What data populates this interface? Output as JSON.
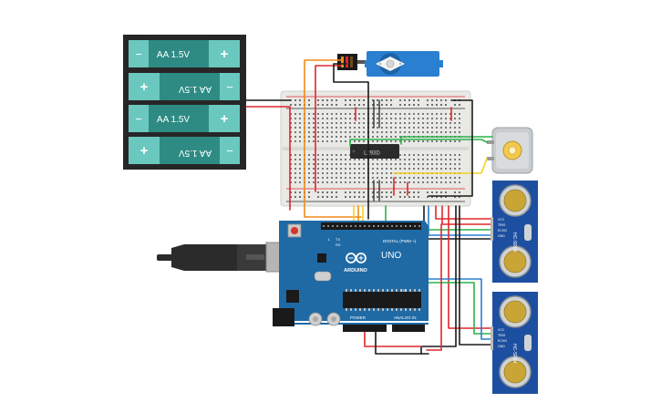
{
  "battery": {
    "cells": [
      {
        "label": "AA 1.5V",
        "minus": "−",
        "plus": "+"
      },
      {
        "label": "AA 1.5V",
        "minus": "−",
        "plus": "+"
      },
      {
        "label": "AA 1.5V",
        "minus": "−",
        "plus": "+"
      },
      {
        "label": "AA 1.5V",
        "minus": "−",
        "plus": "+"
      }
    ]
  },
  "ic": {
    "label": "L293D"
  },
  "arduino": {
    "brand": "ARDUINO",
    "model": "UNO",
    "digital_label": "DIGITAL (PWM ~)",
    "power_label": "POWER",
    "analog_label": "ANALOG IN",
    "tx": "TX",
    "rx": "RX",
    "l": "L",
    "on": "ON"
  },
  "sensors": [
    {
      "model": "HC-SR04",
      "pins": [
        "VCC",
        "TRIG",
        "ECHO",
        "GND"
      ]
    },
    {
      "model": "HC-SR04",
      "pins": [
        "VCC",
        "TRIG",
        "ECHO",
        "GND"
      ]
    }
  ],
  "colors": {
    "battery_green": "#2e8b84",
    "breadboard": "#e9e9e6",
    "arduino_blue": "#1f6aa5",
    "sensor_blue": "#1d4fa0",
    "servo_blue": "#2a7fd1",
    "wire_red": "#e0262b",
    "wire_black": "#1a1a1a",
    "wire_orange": "#f08a1c",
    "wire_yellow": "#f4d21c",
    "wire_green": "#2bb34a",
    "wire_blue": "#2a7fd1"
  }
}
